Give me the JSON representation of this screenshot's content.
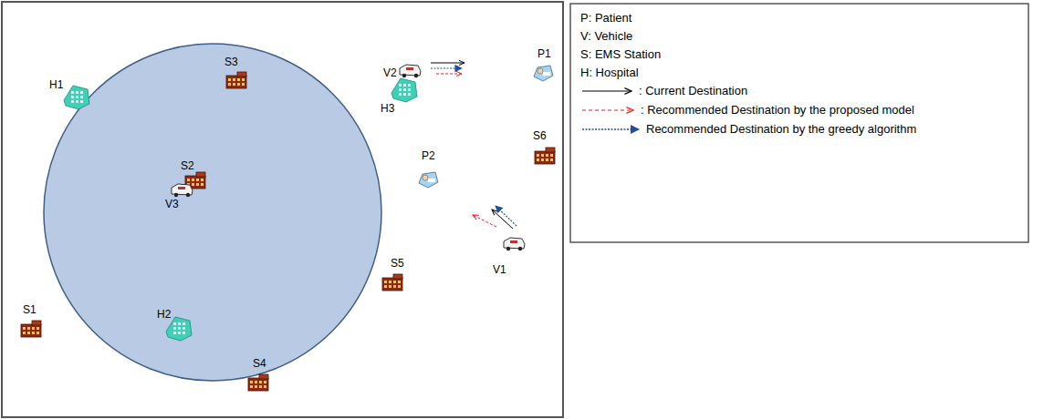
{
  "diagram": {
    "labels": [
      "P1",
      "V2",
      "S3",
      "H1",
      "H3",
      "S6",
      "P2",
      "S2",
      "V3",
      "V1",
      "S5",
      "S1",
      "H2",
      "S4"
    ],
    "legend": [
      {
        "text": "P: Patient"
      },
      {
        "text": "V: Vehicle"
      },
      {
        "text": "S: EMS Station"
      },
      {
        "text": "H: Hospital"
      },
      {
        "text": ": Current Destination"
      },
      {
        "text": ": Recommended Destination by the proposed model"
      },
      {
        "text": "Recommended Destination by the greedy algorithm"
      }
    ]
  }
}
